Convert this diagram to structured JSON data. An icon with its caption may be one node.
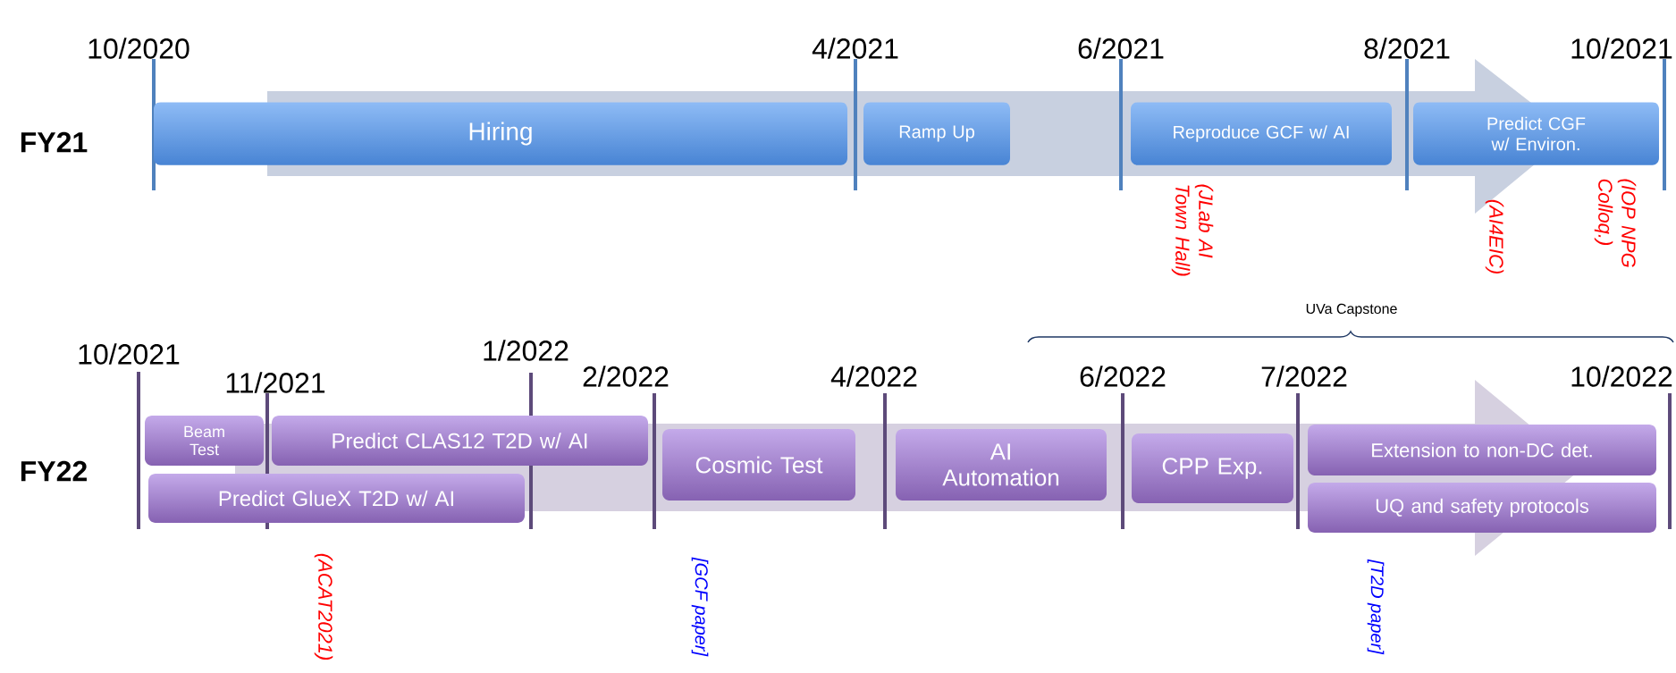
{
  "diagram": {
    "nodes": [
      {
        "text": [
          "Hiring"
        ]
      },
      {
        "text": [
          "Ramp Up"
        ]
      },
      {
        "text": [
          "Reproduce GCF w/ AI"
        ]
      },
      {
        "text": [
          "Predict CGF w/ Environ."
        ]
      },
      {
        "text": [
          "Beam Test"
        ]
      },
      {
        "text": [
          "Predict CLAS12 T2D w/ AI"
        ]
      },
      {
        "text": [
          "Predict GlueX T2D w/ AI"
        ]
      },
      {
        "text": [
          "Cosmic Test"
        ]
      },
      {
        "text": [
          "AI Automation"
        ]
      },
      {
        "text": [
          "CPP Exp."
        ]
      },
      {
        "text": [
          "Extension to non-DC det."
        ]
      },
      {
        "text": [
          "UQ and safety protocols"
        ]
      }
    ],
    "labels": [
      "FY21",
      "10/2020",
      "4/2021",
      "6/2021",
      "8/2021",
      "10/2021",
      "(JLab AI Town Hall)",
      "(AI4EIC)",
      "(IOP NPG Colloq.)",
      "UVa Capstone",
      "10/2021",
      "11/2021",
      "1/2022",
      "2/2022",
      "4/2022",
      "6/2022",
      "7/2022",
      "10/2022",
      "FY22",
      "(ACAT2021)",
      "[GCF paper]",
      "[T2D paper]"
    ]
  }
}
